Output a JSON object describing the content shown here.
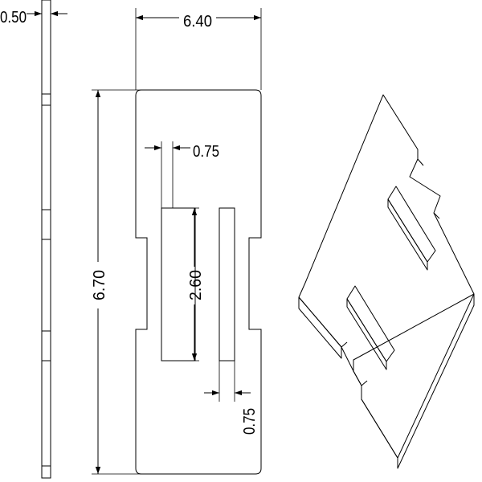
{
  "drawing": {
    "thickness_label": "0.50",
    "width_label": "6.40",
    "height_label": "6.70",
    "slot_width_top_label": "0.75",
    "slot_length_label": "2.60",
    "slot_width_bottom_label": "0.75"
  }
}
